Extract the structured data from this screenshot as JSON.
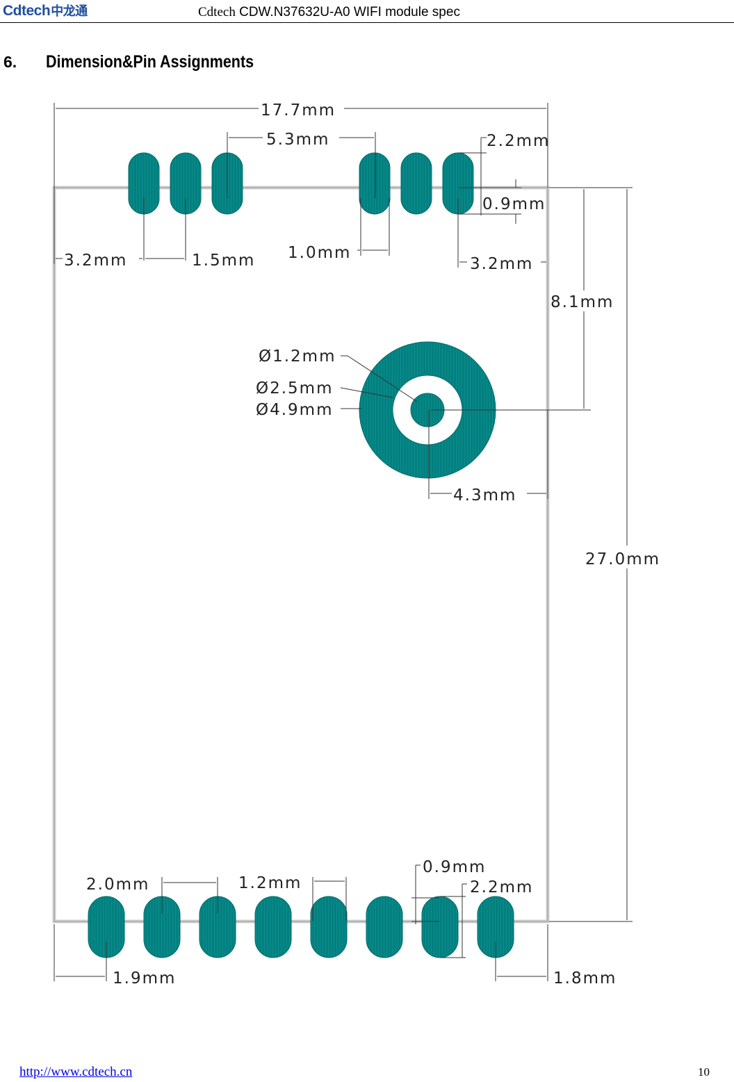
{
  "header": {
    "logo_text": "Cdtech",
    "logo_cn": "中龙通",
    "brand": "Cdtech",
    "title": "CDW.N37632U-A0 WIFI module spec"
  },
  "section": {
    "number": "6.",
    "title": "Dimension&Pin Assignments"
  },
  "colors": {
    "pad": "#008080",
    "pad_hatch": "#4db3b3",
    "outline": "#c8c8c8",
    "dimension_line": "#333333"
  },
  "dimensions": {
    "module_width": "17.7mm",
    "top_group_span": "5.3mm",
    "pad_length_top": "2.2mm",
    "pad_width_top": "0.9mm",
    "top_left_offset": "3.2mm",
    "top_pitch": "1.5mm",
    "top_gap": "1.0mm",
    "top_right_offset": "3.2mm",
    "antenna_offset_y": "8.1mm",
    "hole_diameter": "Ø1.2mm",
    "ring_inner_diameter": "Ø2.5mm",
    "ring_outer_diameter": "Ø4.9mm",
    "antenna_offset_x": "4.3mm",
    "module_height": "27.0mm",
    "bottom_pitch": "2.0mm",
    "bottom_gap": "1.2mm",
    "pad_width_bottom": "0.9mm",
    "pad_length_bottom": "2.2mm",
    "bottom_left_offset": "1.9mm",
    "bottom_right_offset": "1.8mm"
  },
  "footer": {
    "url": "http://www.cdtech.cn",
    "page": "10"
  }
}
